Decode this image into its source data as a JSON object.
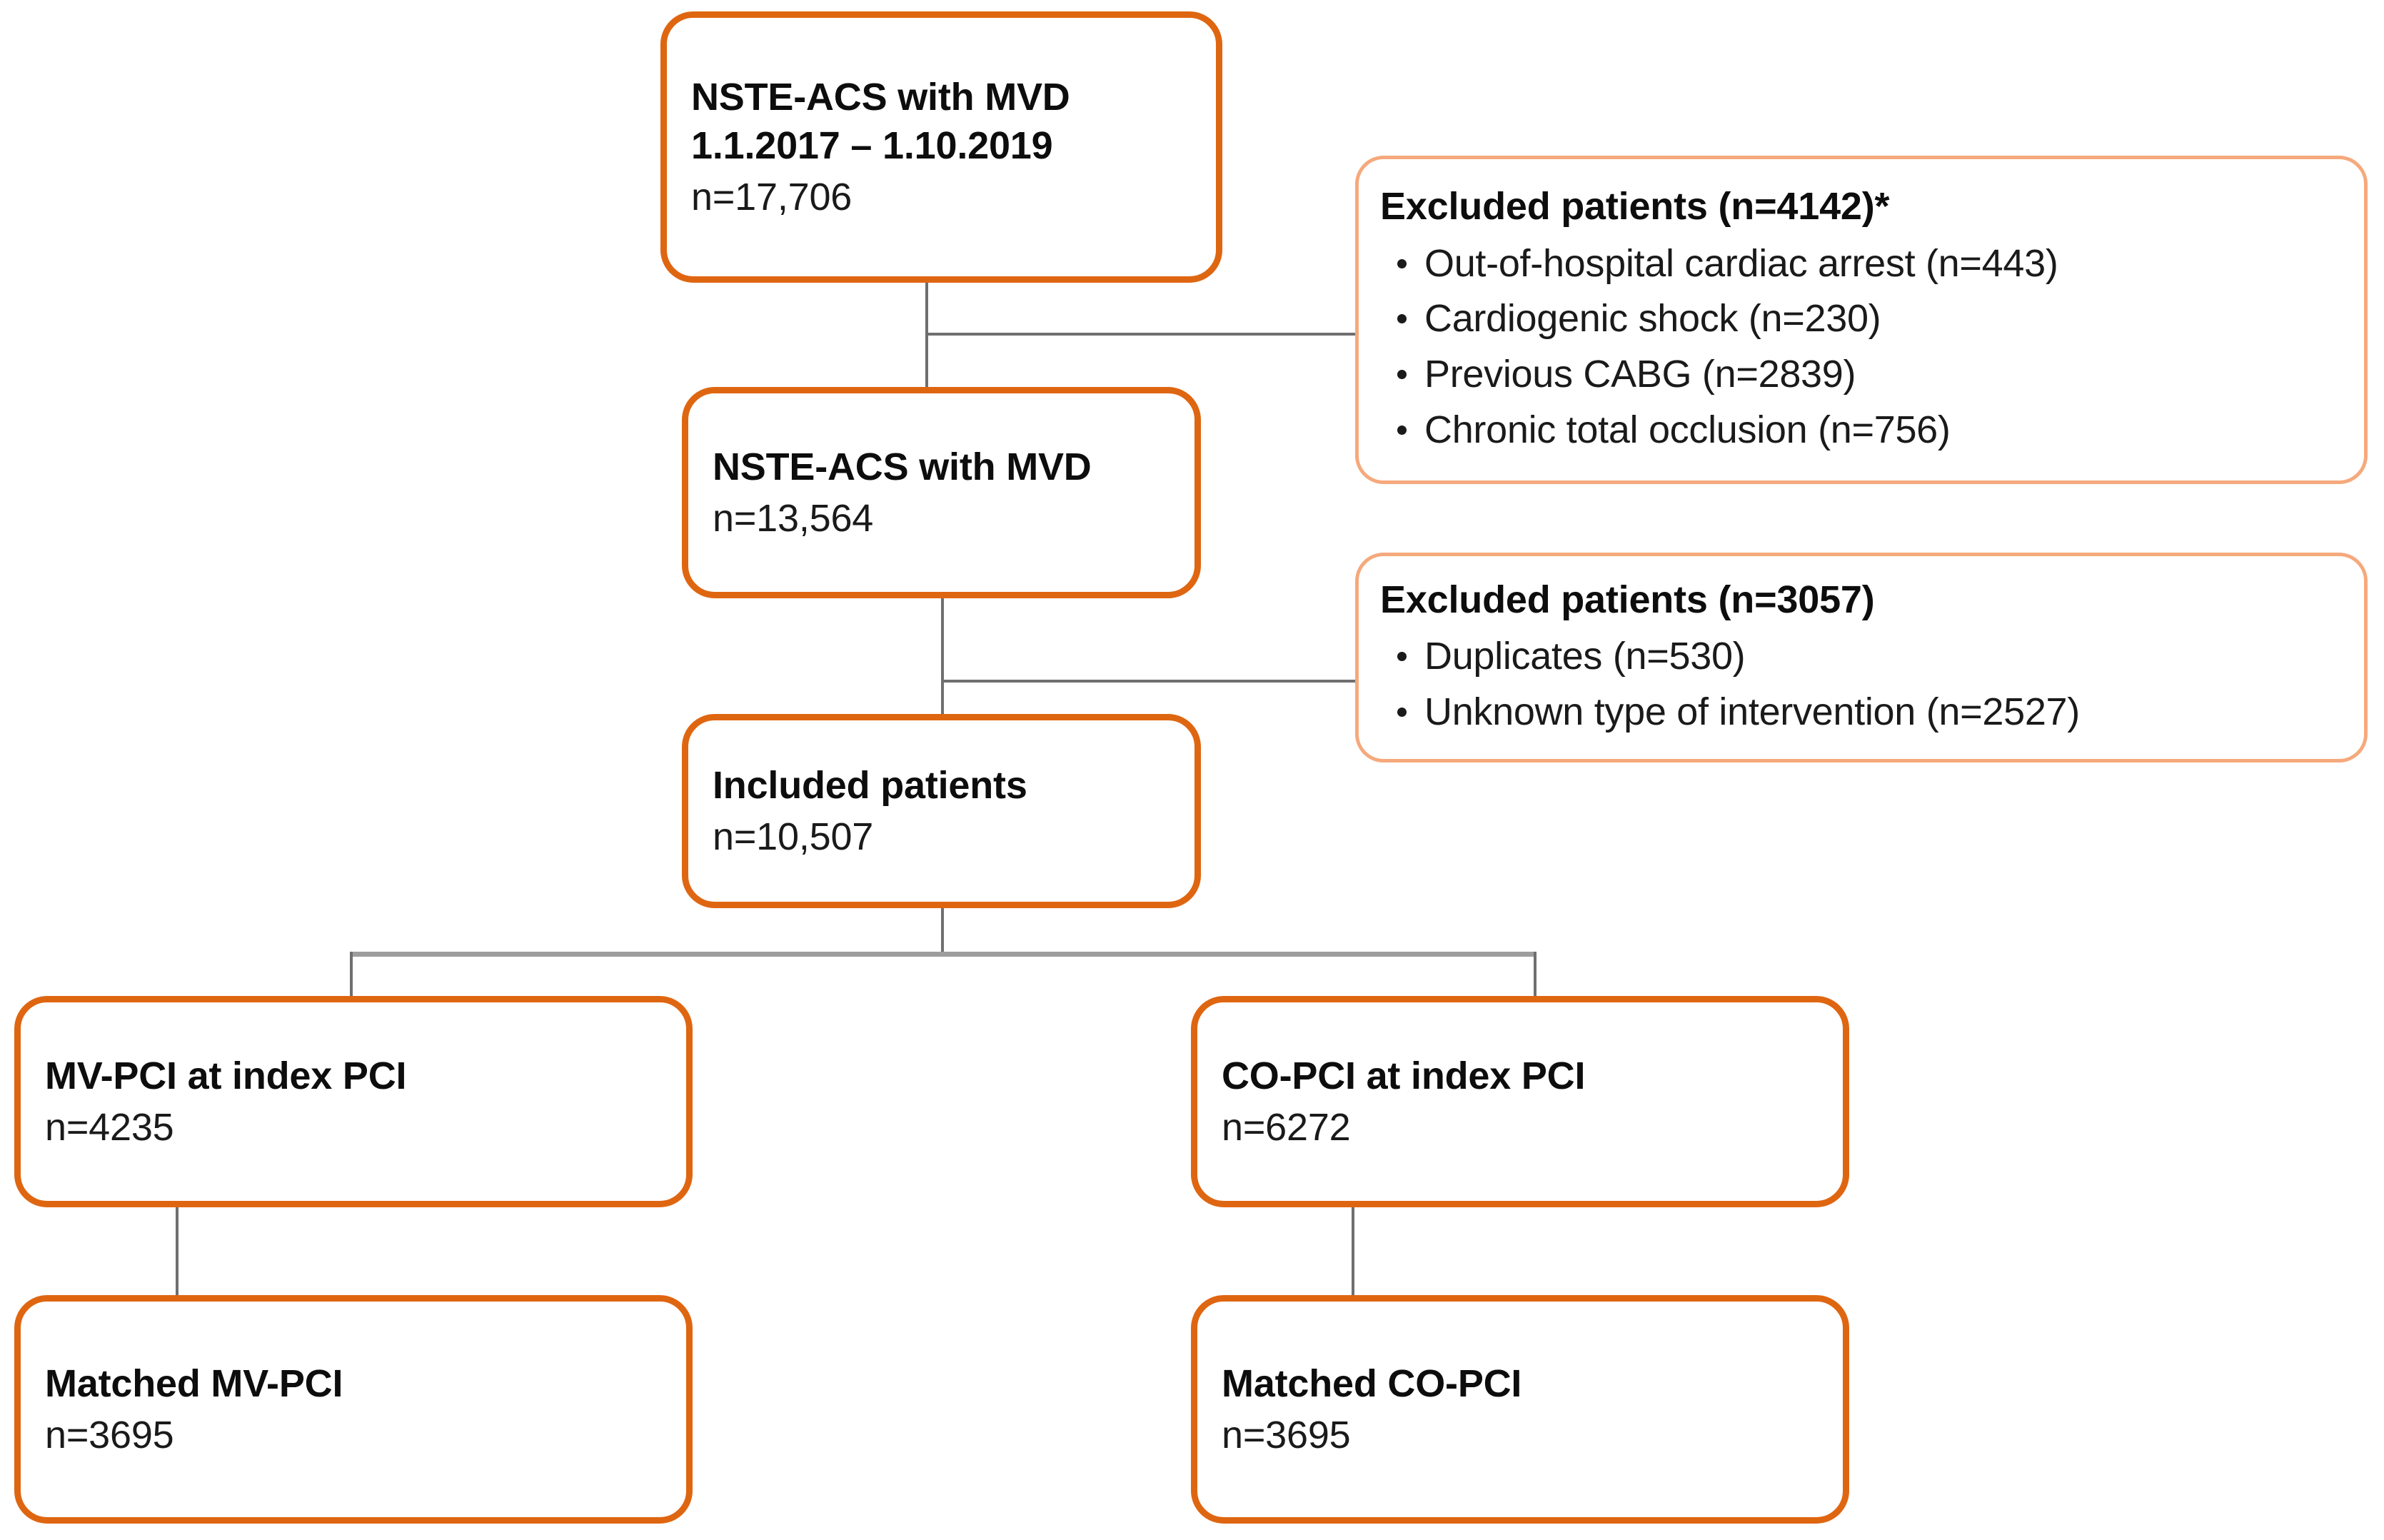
{
  "diagram": {
    "type": "patient-flow-chart",
    "accent_color": "#DF6611",
    "secondary_border_color": "#F5A97C",
    "connector_color": "#6F6F6F",
    "nodes": {
      "source_cohort": {
        "title": "NSTE-ACS with MVD\n1.1.2017 – 1.10.2019",
        "count": "n=17,706"
      },
      "after_first_exclusion": {
        "title": "NSTE-ACS with MVD",
        "count": "n=13,564"
      },
      "included": {
        "title": "Included patients",
        "count": "n=10,507"
      },
      "mv_pci": {
        "title": "MV-PCI at index PCI",
        "count": "n=4235"
      },
      "co_pci": {
        "title": "CO-PCI at index PCI",
        "count": "n=6272"
      },
      "matched_mv_pci": {
        "title": "Matched MV-PCI",
        "count": "n=3695"
      },
      "matched_co_pci": {
        "title": "Matched CO-PCI",
        "count": "n=3695"
      }
    },
    "exclusions": [
      {
        "heading": "Excluded patients (n=4142)*",
        "items": [
          "Out-of-hospital cardiac arrest (n=443)",
          "Cardiogenic shock (n=230)",
          "Previous CABG (n=2839)",
          "Chronic total occlusion (n=756)"
        ]
      },
      {
        "heading": "Excluded patients (n=3057)",
        "items": [
          "Duplicates (n=530)",
          "Unknown type of intervention (n=2527)"
        ]
      }
    ]
  }
}
